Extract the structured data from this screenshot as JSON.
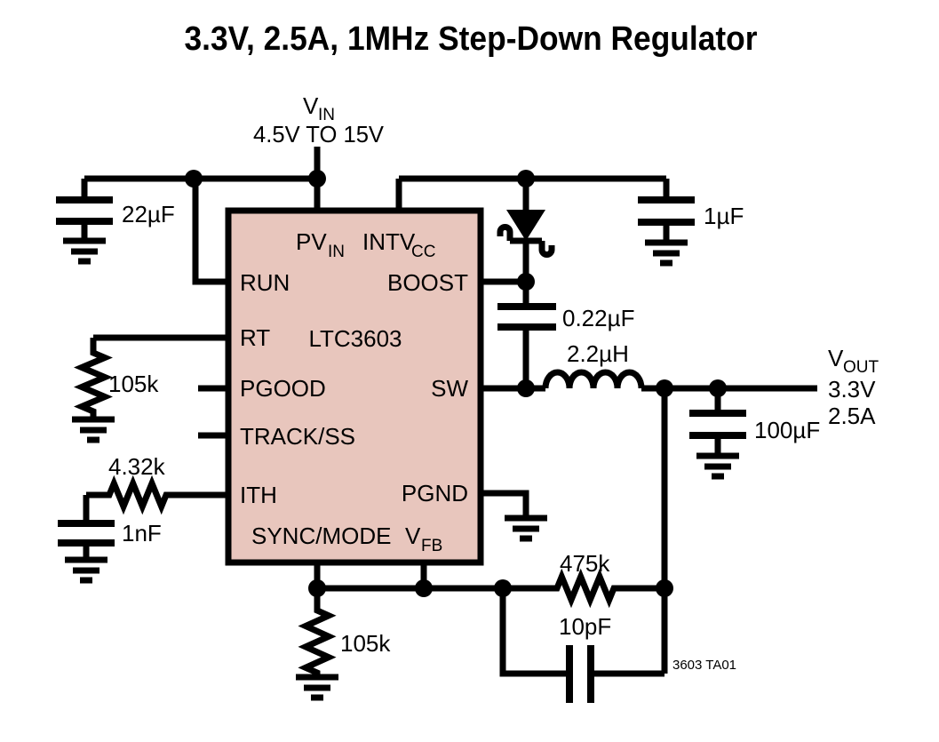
{
  "title": "3.3V, 2.5A, 1MHz Step-Down Regulator",
  "colors": {
    "ic_fill": "#e8c6bd",
    "line": "#000000",
    "background": "#ffffff"
  },
  "ic": {
    "part_number": "LTC3603",
    "pins": {
      "pvin": {
        "main": "PV",
        "sub": "IN"
      },
      "intvcc": {
        "main": "INTV",
        "sub": "CC"
      },
      "run": "RUN",
      "boost": "BOOST",
      "rt": "RT",
      "pgood": "PGOOD",
      "sw": "SW",
      "track_ss": "TRACK/SS",
      "ith": "ITH",
      "pgnd": "PGND",
      "sync_mode": "SYNC/MODE",
      "vfb": {
        "main": "V",
        "sub": "FB"
      }
    }
  },
  "input": {
    "symbol_main": "V",
    "symbol_sub": "IN",
    "range": "4.5V TO 15V"
  },
  "output": {
    "symbol_main": "V",
    "symbol_sub": "OUT",
    "voltage": "3.3V",
    "current": "2.5A"
  },
  "components": {
    "input_cap": "22µF",
    "intvcc_cap": "1µF",
    "boost_cap": "0.22µF",
    "inductor": "2.2µH",
    "output_cap": "100µF",
    "rt_resistor": "105k",
    "ith_resistor": "4.32k",
    "ith_cap": "1nF",
    "sync_resistor": "105k",
    "feedback_resistor": "475k",
    "feedback_cap": "10pF"
  },
  "note": "3603 TA01"
}
